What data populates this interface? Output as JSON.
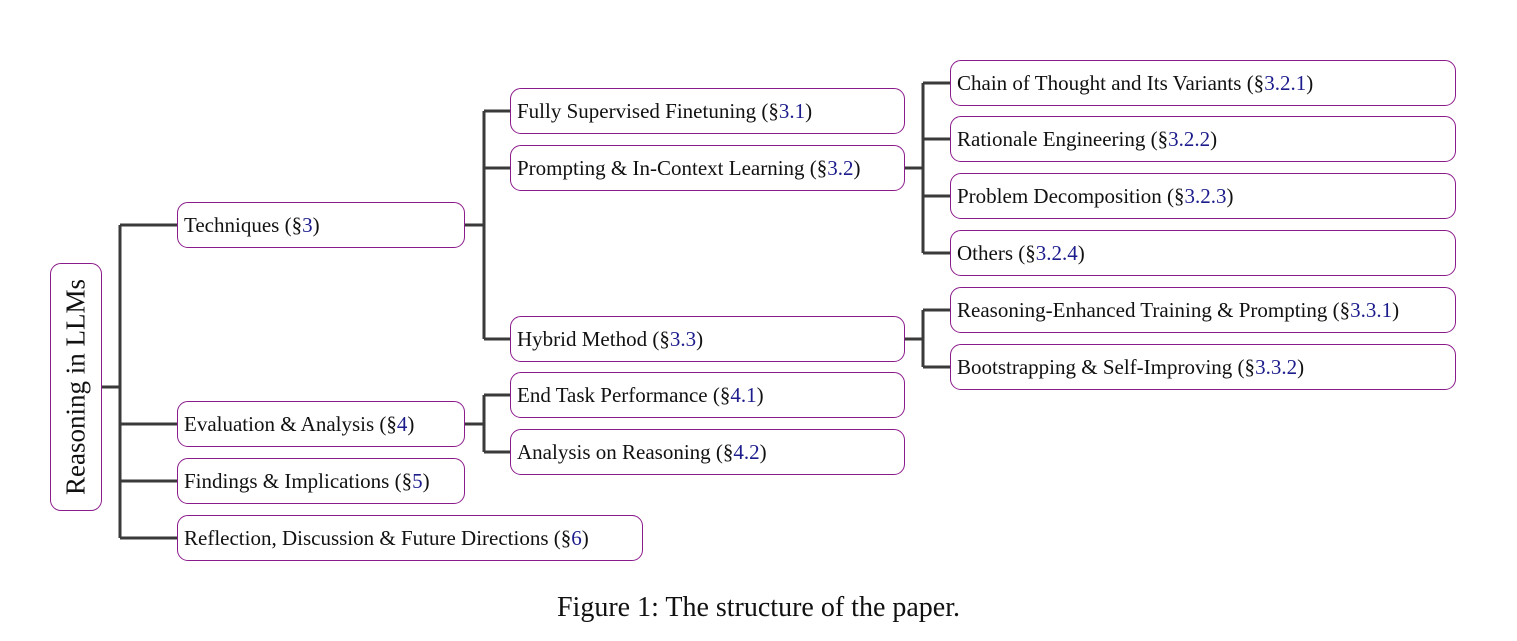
{
  "root": {
    "label": "Reasoning in LLMs"
  },
  "nodes": [
    {
      "id": "techniques",
      "text": "Techniques (§",
      "ref": "3",
      "close": ")"
    },
    {
      "id": "evaluation",
      "text": "Evaluation & Analysis (§",
      "ref": "4",
      "close": ")"
    },
    {
      "id": "findings",
      "text": "Findings & Implications (§",
      "ref": "5",
      "close": ")"
    },
    {
      "id": "reflection",
      "text": "Reflection, Discussion & Future Directions (§",
      "ref": "6",
      "close": ")"
    },
    {
      "id": "fully-supervised",
      "text": "Fully Supervised Finetuning (§",
      "ref": "3.1",
      "close": ")"
    },
    {
      "id": "prompting",
      "text": "Prompting & In-Context Learning (§",
      "ref": "3.2",
      "close": ")"
    },
    {
      "id": "hybrid",
      "text": "Hybrid Method (§",
      "ref": "3.3",
      "close": ")"
    },
    {
      "id": "end-task",
      "text": "End Task Performance (§",
      "ref": "4.1",
      "close": ")"
    },
    {
      "id": "analysis-reasoning",
      "text": "Analysis on Reasoning (§",
      "ref": "4.2",
      "close": ")"
    },
    {
      "id": "chain-of-thought",
      "text": "Chain of Thought and Its Variants (§",
      "ref": "3.2.1",
      "close": ")"
    },
    {
      "id": "rationale",
      "text": "Rationale Engineering (§",
      "ref": "3.2.2",
      "close": ")"
    },
    {
      "id": "decomposition",
      "text": "Problem Decomposition (§",
      "ref": "3.2.3",
      "close": ")"
    },
    {
      "id": "others",
      "text": "Others (§",
      "ref": "3.2.4",
      "close": ")"
    },
    {
      "id": "reasoning-enhanced",
      "text": "Reasoning-Enhanced Training & Prompting (§",
      "ref": "3.3.1",
      "close": ")"
    },
    {
      "id": "bootstrapping",
      "text": "Bootstrapping & Self-Improving (§",
      "ref": "3.3.2",
      "close": ")"
    }
  ],
  "caption": "Figure 1: The structure of the paper."
}
